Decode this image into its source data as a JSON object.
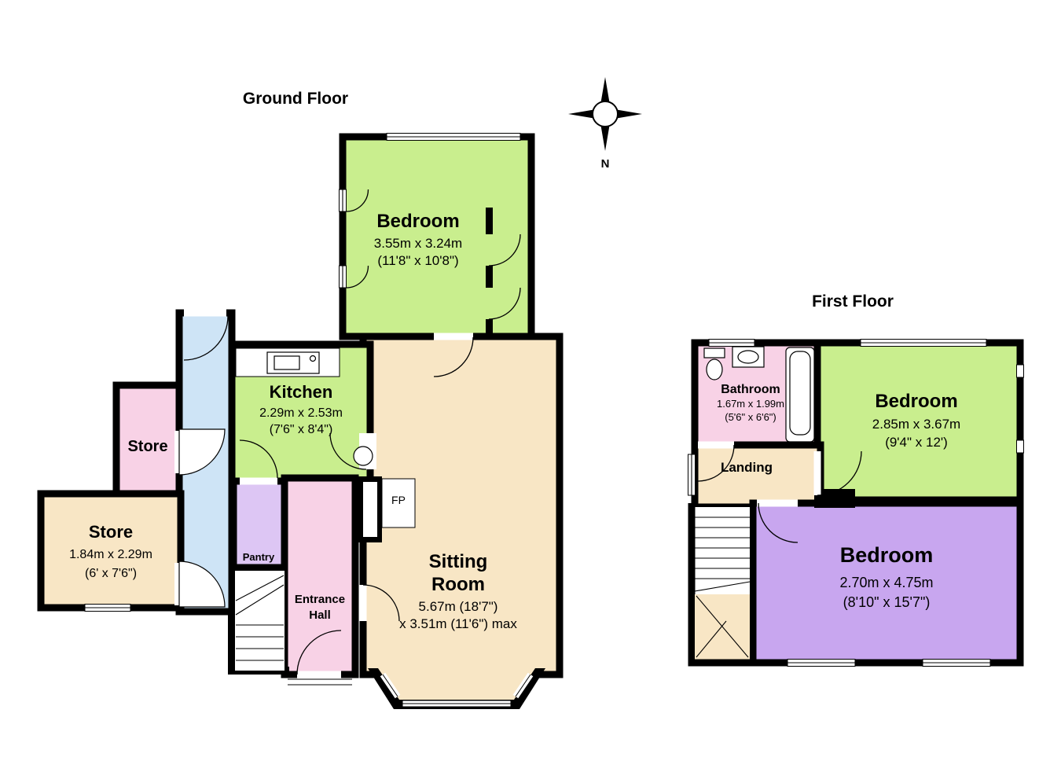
{
  "ground": {
    "title": "Ground Floor",
    "rooms": {
      "bedroom": {
        "name": "Bedroom",
        "metric": "3.55m x 3.24m",
        "imperial": "(11'8\" x 10'8\")"
      },
      "kitchen": {
        "name": "Kitchen",
        "metric": "2.29m x 2.53m",
        "imperial": "(7'6\" x 8'4\")"
      },
      "store1": {
        "name": "Store"
      },
      "store2": {
        "name": "Store",
        "metric": "1.84m x 2.29m",
        "imperial": "(6' x 7'6\")"
      },
      "pantry": {
        "name": "Pantry"
      },
      "hall": {
        "name_lines": [
          "Entrance",
          "Hall"
        ]
      },
      "sitting": {
        "name_lines": [
          "Sitting",
          "Room"
        ],
        "metric": "5.67m (18'7\")",
        "imperial": "x 3.51m (11'6\") max"
      },
      "fireplace": {
        "label": "FP"
      }
    }
  },
  "first": {
    "title": "First Floor",
    "rooms": {
      "bathroom": {
        "name": "Bathroom",
        "metric": "1.67m x 1.99m",
        "imperial": "(5'6\" x 6'6\")"
      },
      "bedroom_green": {
        "name": "Bedroom",
        "metric": "2.85m x 3.67m",
        "imperial": "(9'4\" x 12')"
      },
      "landing": {
        "name": "Landing"
      },
      "bedroom_purple": {
        "name": "Bedroom",
        "metric": "2.70m x 4.75m",
        "imperial": "(8'10\" x 15'7\")"
      }
    }
  },
  "compass": {
    "label": "N"
  },
  "colors": {
    "green": "#c9ee8e",
    "tan": "#f8e6c5",
    "pink": "#f8d2e6",
    "purple": "#c8a6ef",
    "lavender": "#ddc6f4",
    "blue": "#cee4f6",
    "wall": "#000000",
    "white": "#ffffff"
  }
}
